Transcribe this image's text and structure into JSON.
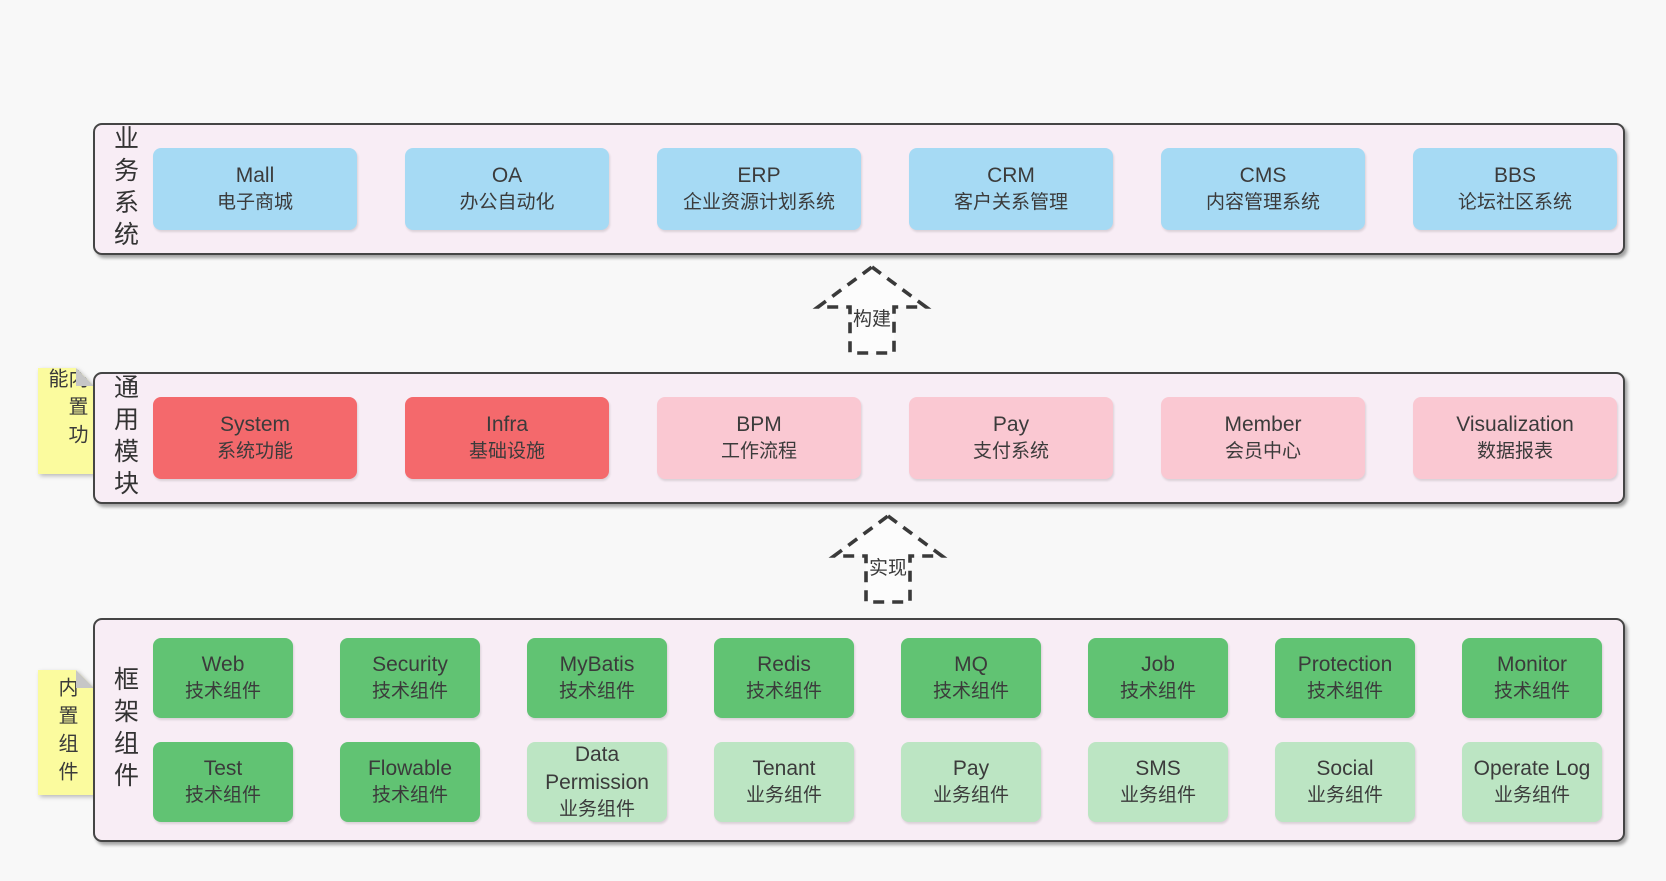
{
  "layers": [
    {
      "label": "业务系统",
      "boxes": [
        {
          "name": "Mall",
          "sub": "电子商城"
        },
        {
          "name": "OA",
          "sub": "办公自动化"
        },
        {
          "name": "ERP",
          "sub": "企业资源计划系统"
        },
        {
          "name": "CRM",
          "sub": "客户关系管理"
        },
        {
          "name": "CMS",
          "sub": "内容管理系统"
        },
        {
          "name": "BBS",
          "sub": "论坛社区系统"
        }
      ]
    },
    {
      "label": "通用模块",
      "note": "内置功能",
      "boxes": [
        {
          "name": "System",
          "sub": "系统功能"
        },
        {
          "name": "Infra",
          "sub": "基础设施"
        },
        {
          "name": "BPM",
          "sub": "工作流程"
        },
        {
          "name": "Pay",
          "sub": "支付系统"
        },
        {
          "name": "Member",
          "sub": "会员中心"
        },
        {
          "name": "Visualization",
          "sub": "数据报表"
        }
      ]
    },
    {
      "label": "框架组件",
      "note": "内置组件",
      "rows": [
        [
          {
            "name": "Web",
            "sub": "技术组件"
          },
          {
            "name": "Security",
            "sub": "技术组件"
          },
          {
            "name": "MyBatis",
            "sub": "技术组件"
          },
          {
            "name": "Redis",
            "sub": "技术组件"
          },
          {
            "name": "MQ",
            "sub": "技术组件"
          },
          {
            "name": "Job",
            "sub": "技术组件"
          },
          {
            "name": "Protection",
            "sub": "技术组件"
          },
          {
            "name": "Monitor",
            "sub": "技术组件"
          }
        ],
        [
          {
            "name": "Test",
            "sub": "技术组件"
          },
          {
            "name": "Flowable",
            "sub": "技术组件"
          },
          {
            "name": "Data Permission",
            "sub": "业务组件"
          },
          {
            "name": "Tenant",
            "sub": "业务组件"
          },
          {
            "name": "Pay",
            "sub": "业务组件"
          },
          {
            "name": "SMS",
            "sub": "业务组件"
          },
          {
            "name": "Social",
            "sub": "业务组件"
          },
          {
            "name": "Operate Log",
            "sub": "业务组件"
          }
        ]
      ]
    }
  ],
  "arrows": [
    {
      "label": "构建"
    },
    {
      "label": "实现"
    }
  ],
  "colors": {
    "page_bg": "#f8f8f8",
    "container_bg": "#f8edf5",
    "container_border": "#454545",
    "box_blue": "#a6daf4",
    "box_red": "#f4696c",
    "box_pink": "#fac8d2",
    "box_green": "#61c373",
    "box_light_green": "#bce5c3",
    "note_yellow": "#fbfb9e",
    "note_fold_gray": "#c6c6c6",
    "text": "#3b3b3b"
  }
}
